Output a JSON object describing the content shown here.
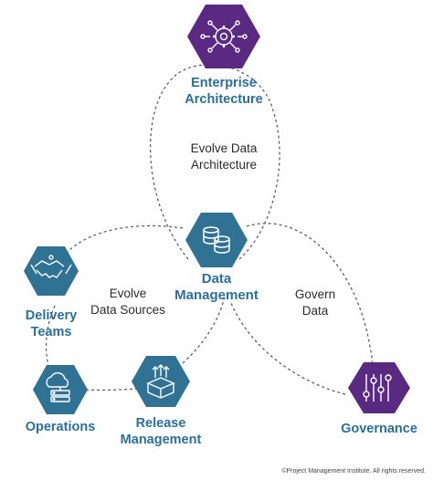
{
  "nodes": {
    "enterprise_architecture": {
      "label_line1": "Enterprise",
      "label_line2": "Architecture",
      "icon": "gear-network-icon"
    },
    "data_management": {
      "label_line1": "Data",
      "label_line2": "Management",
      "icon": "database-stack-icon"
    },
    "delivery_teams": {
      "label_line1": "Delivery",
      "label_line2": "Teams",
      "icon": "handshake-icon"
    },
    "operations": {
      "label": "Operations",
      "icon": "cloud-server-icon"
    },
    "release_management": {
      "label_line1": "Release",
      "label_line2": "Management",
      "icon": "box-arrows-icon"
    },
    "governance": {
      "label": "Governance",
      "icon": "sliders-icon"
    }
  },
  "flows": {
    "evolve_architecture": {
      "line1": "Evolve Data",
      "line2": "Architecture"
    },
    "evolve_sources": {
      "line1": "Evolve",
      "line2": "Data Sources"
    },
    "govern_data": {
      "line1": "Govern",
      "line2": "Data"
    }
  },
  "colors": {
    "teal": "#2f7293",
    "purple": "#5a2a82",
    "label_blue": "#2a6f9a"
  },
  "copyright": "©Project Management Institute. All rights reserved."
}
